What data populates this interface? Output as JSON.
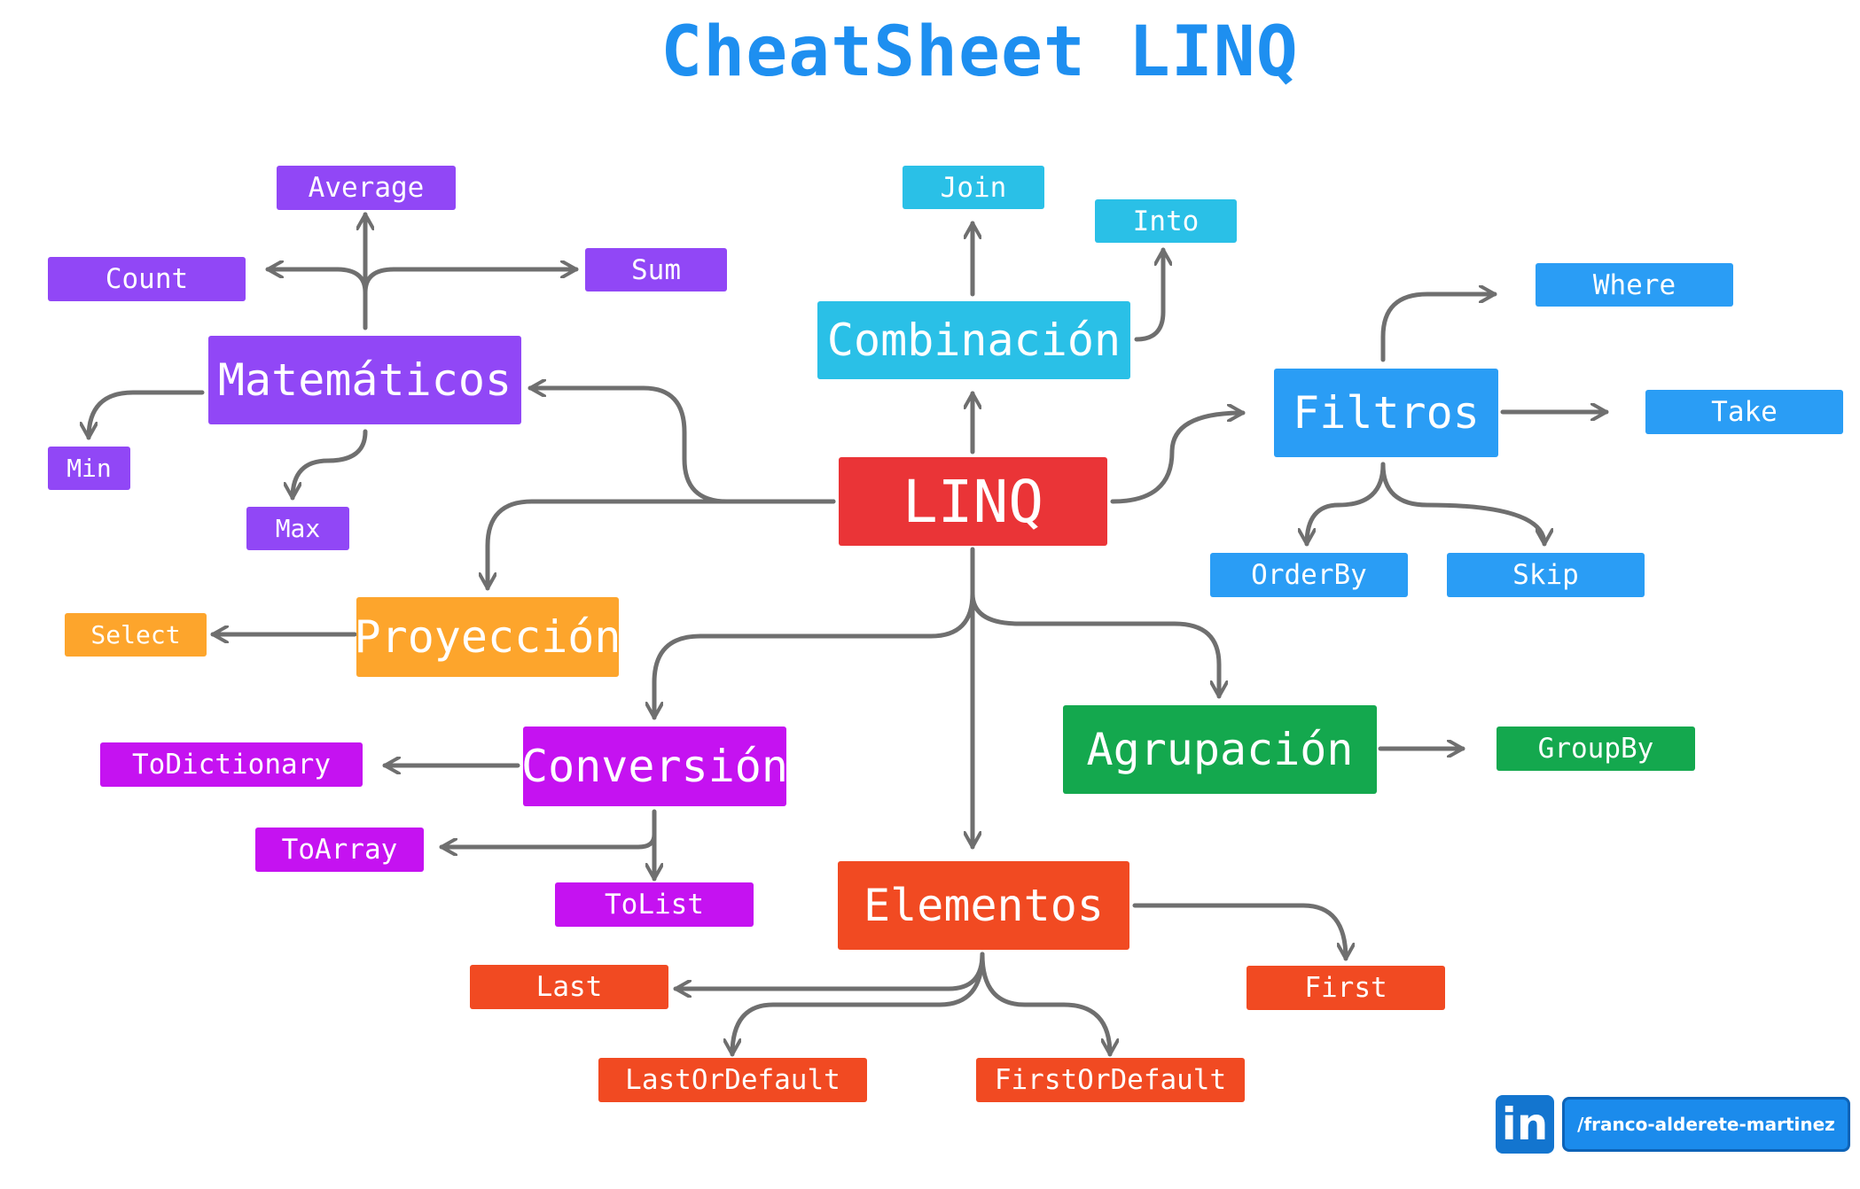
{
  "title": "CheatSheet LINQ",
  "nodes": {
    "linq": "LINQ",
    "matematicos": "Matemáticos",
    "average": "Average",
    "count": "Count",
    "sum": "Sum",
    "min": "Min",
    "max": "Max",
    "combinacion": "Combinación",
    "join": "Join",
    "into": "Into",
    "filtros": "Filtros",
    "where": "Where",
    "take": "Take",
    "orderby": "OrderBy",
    "skip": "Skip",
    "proyeccion": "Proyección",
    "select": "Select",
    "conversion": "Conversión",
    "todictionary": "ToDictionary",
    "toarray": "ToArray",
    "tolist": "ToList",
    "agrupacion": "Agrupación",
    "groupby": "GroupBy",
    "elementos": "Elementos",
    "last": "Last",
    "lastordefault": "LastOrDefault",
    "first": "First",
    "firstordefault": "FirstOrDefault"
  },
  "footer": {
    "logo": "in",
    "handle": "/franco-alderete-martinez"
  },
  "colors": {
    "title": "#1e8ff0",
    "matematicos": "#9147f6",
    "combinacion": "#2ac0e7",
    "filtros": "#2a9df5",
    "linq": "#ea3437",
    "proyeccion": "#fda52c",
    "conversion": "#c512f1",
    "agrupacion": "#14a84e",
    "elementos": "#f14a22",
    "connector": "#6f6f6f"
  }
}
